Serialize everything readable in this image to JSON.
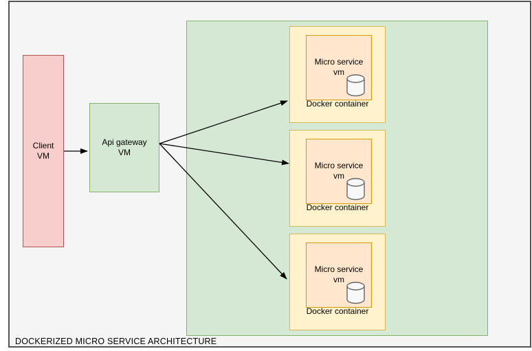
{
  "title": "DOCKERIZED MICRO SERVICE ARCHITECTURE",
  "nodes": {
    "client": {
      "label": "Client\nVM"
    },
    "gateway": {
      "label": "Api gateway\nVM"
    },
    "cluster": {
      "containers": [
        {
          "label": "Docker container",
          "vm_label": "Micro service\nvm",
          "icon": "database-cylinder"
        },
        {
          "label": "Docker container",
          "vm_label": "Micro service\nvm",
          "icon": "database-cylinder"
        },
        {
          "label": "Docker container",
          "vm_label": "Micro service\nvm",
          "icon": "database-cylinder"
        }
      ]
    }
  },
  "edges": [
    {
      "from": "client-vm",
      "to": "api-gateway-vm"
    },
    {
      "from": "api-gateway-vm",
      "to": "docker-container-1"
    },
    {
      "from": "api-gateway-vm",
      "to": "docker-container-2"
    },
    {
      "from": "api-gateway-vm",
      "to": "docker-container-3"
    }
  ],
  "colors": {
    "canvas_background": "#f5f5f5",
    "frame_border": "#545454",
    "client_fill": "#f8cecc",
    "client_border": "#b85450",
    "green_fill": "#d5e8d4",
    "green_border": "#82b366",
    "container_fill": "#fff2cc",
    "container_border": "#d6b656",
    "vm_fill": "#ffe6cc",
    "vm_border": "#d79b00",
    "cylinder_fill": "#f8f8f8",
    "cylinder_stroke": "#666666",
    "arrow": "#000000"
  }
}
